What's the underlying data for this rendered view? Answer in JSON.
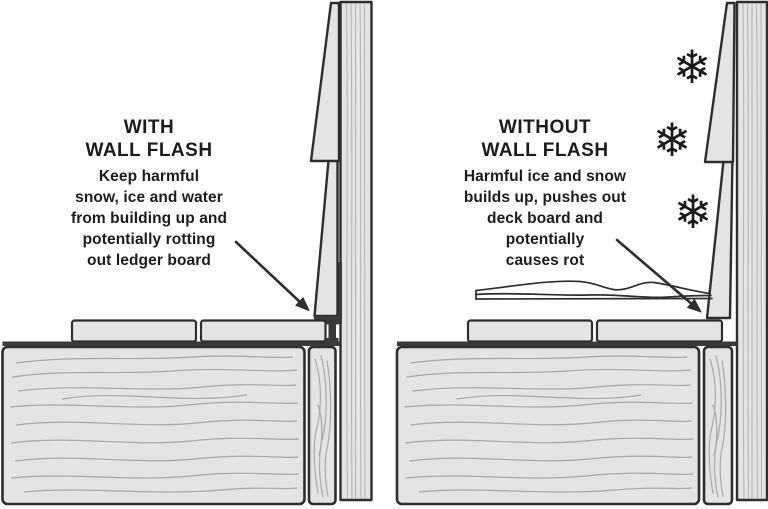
{
  "title": "Deck wall flashing comparison diagram",
  "colors": {
    "outline": "#2e2e2e",
    "wood_fill": "#e4e4e4",
    "grain": "#a8a8a8",
    "flashing": "#3a3a3a",
    "text": "#1c1c1c",
    "background": "#ffffff"
  },
  "icons": {
    "snowflake": "❄"
  },
  "panels": [
    {
      "id": "with-wall-flash",
      "heading_line1": "WITH",
      "heading_line2": "WALL FLASH",
      "body_lines": [
        "Keep harmful",
        "snow, ice and water",
        "from building up and",
        "potentially rotting",
        "out ledger board"
      ]
    },
    {
      "id": "without-wall-flash",
      "heading_line1": "WITHOUT",
      "heading_line2": "WALL FLASH",
      "body_lines": [
        "Harmful ice and snow",
        "builds up, pushes out",
        "deck board and",
        "potentially",
        "causes rot"
      ]
    }
  ]
}
